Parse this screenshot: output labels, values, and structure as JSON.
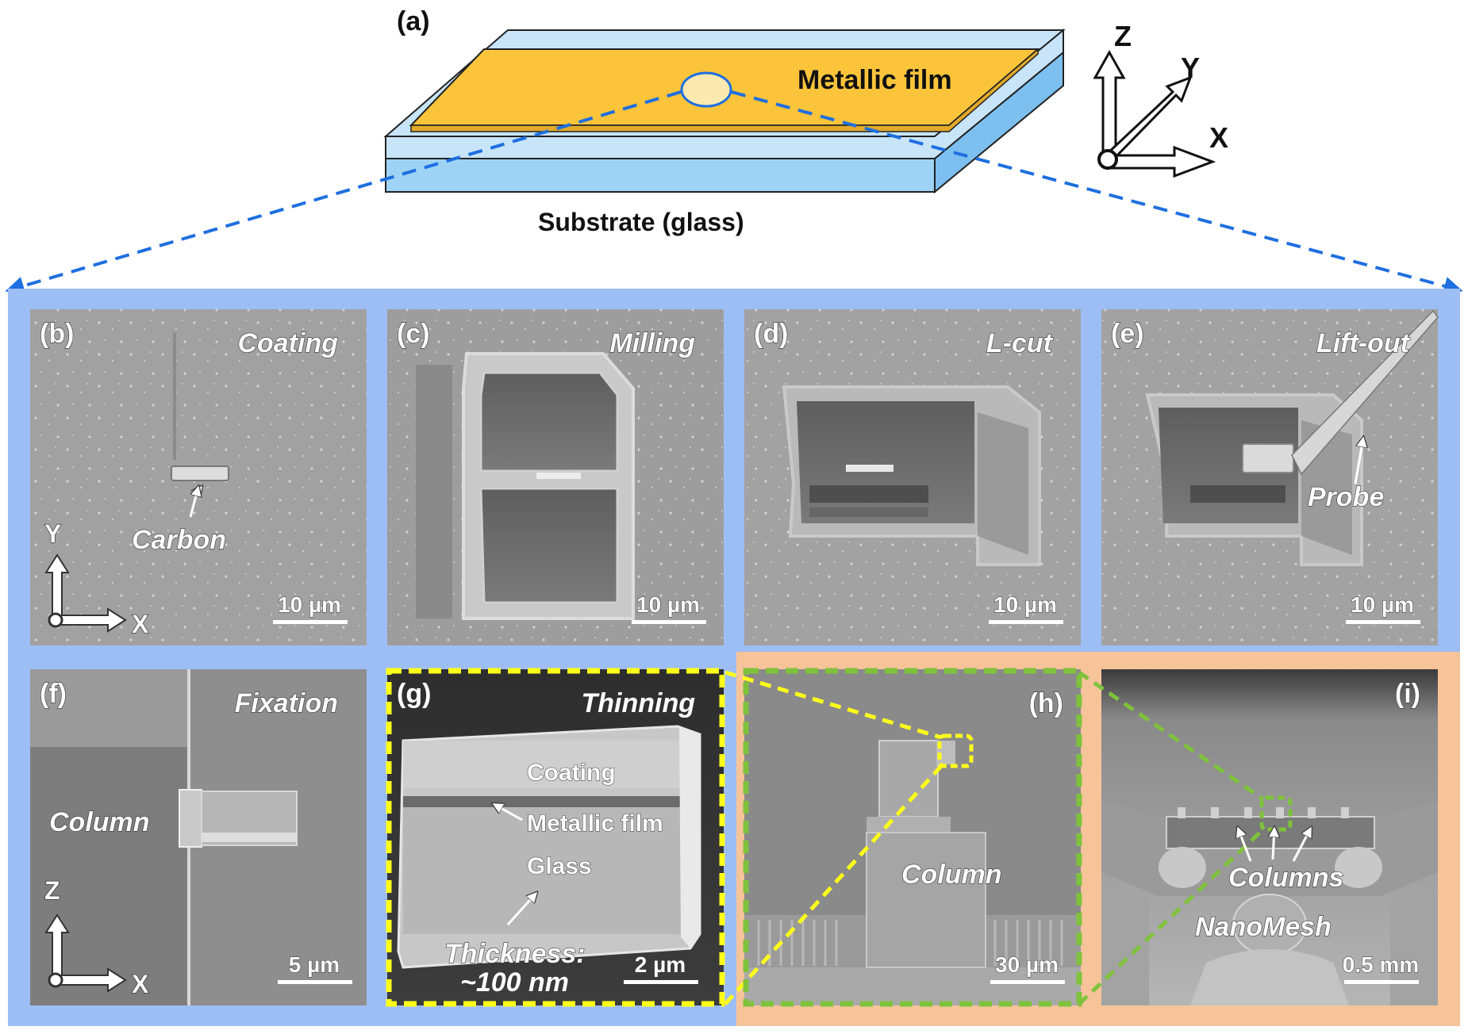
{
  "top": {
    "label_a": "(a)",
    "metallic_film": "Metallic film",
    "substrate": "Substrate (glass)",
    "axes": {
      "z": "Z",
      "y": "Y",
      "x": "X"
    }
  },
  "colors": {
    "film": "#fbc43a",
    "substrate_top": "#bfe0f7",
    "substrate_side": "#8ecaf2",
    "dash_blue": "#1e6fe0",
    "blue_band": "#9dbef4",
    "orange_band": "#f7c49a",
    "yellow_dash": "#ffff1a",
    "green_dash": "#7fc23c"
  },
  "panels": [
    {
      "id": "b",
      "label": "(b)",
      "step": "Coating",
      "scale": "10 µm",
      "note": "Carbon",
      "axes": [
        "Y",
        "X"
      ]
    },
    {
      "id": "c",
      "label": "(c)",
      "step": "Milling",
      "scale": "10 µm"
    },
    {
      "id": "d",
      "label": "(d)",
      "step": "L-cut",
      "scale": "10 µm"
    },
    {
      "id": "e",
      "label": "(e)",
      "step": "Lift-out",
      "scale": "10 µm",
      "note": "Probe"
    },
    {
      "id": "f",
      "label": "(f)",
      "step": "Fixation",
      "scale": "5 µm",
      "note": "Column",
      "axes": [
        "Z",
        "X"
      ]
    },
    {
      "id": "g",
      "label": "(g)",
      "step": "Thinning",
      "scale": "2 µm",
      "layers": [
        "Coating",
        "Metallic film",
        "Glass"
      ],
      "thickness_1": "Thickness:",
      "thickness_2": "~100 nm"
    },
    {
      "id": "h",
      "label": "(h)",
      "scale": "30 µm",
      "note": "Column"
    },
    {
      "id": "i",
      "label": "(i)",
      "scale": "0.5 mm",
      "note": "Columns",
      "note2": "NanoMesh"
    }
  ]
}
